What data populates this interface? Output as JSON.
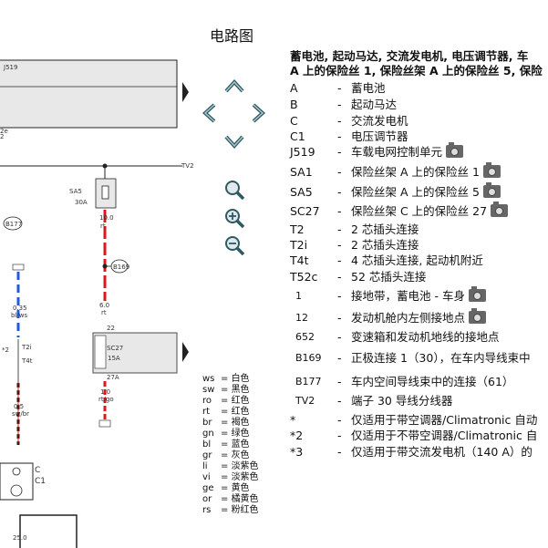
{
  "title": "电路图",
  "legend_heading": [
    "蓄电池, 起动马达, 交流发电机, 电压调节器, 车",
    "A 上的保险丝 1, 保险丝架 A 上的保险丝 5, 保险"
  ],
  "legend": [
    {
      "code": "A",
      "desc": "蓄电池",
      "cam": false
    },
    {
      "code": "B",
      "desc": "起动马达",
      "cam": false
    },
    {
      "code": "C",
      "desc": "交流发电机",
      "cam": false
    },
    {
      "code": "C1",
      "desc": "电压调节器",
      "cam": false
    },
    {
      "code": "J519",
      "desc": "车载电网控制单元",
      "cam": true
    },
    {
      "code": "SA1",
      "desc": "保险丝架 A 上的保险丝 1",
      "cam": true
    },
    {
      "code": "SA5",
      "desc": "保险丝架 A 上的保险丝 5",
      "cam": true
    },
    {
      "code": "SC27",
      "desc": "保险丝架 C 上的保险丝 27",
      "cam": true
    },
    {
      "code": "T2",
      "desc": "2 芯插头连接",
      "cam": false
    },
    {
      "code": "T2i",
      "desc": "2 芯插头连接",
      "cam": false
    },
    {
      "code": "T4t",
      "desc": "4 芯插头连接, 起动机附近",
      "cam": false
    },
    {
      "code": "T52c",
      "desc": "52 芯插头连接",
      "cam": false
    },
    {
      "code": "1",
      "desc": "接地带，蓄电池 - 车身",
      "cam": true
    },
    {
      "code": "12",
      "desc": "发动机舱内左侧接地点",
      "cam": true
    },
    {
      "code": "652",
      "desc": "变速箱和发动机地线的接地点",
      "cam": false
    },
    {
      "code": "B169",
      "desc": "正极连接 1（30），在车内导线束中",
      "cam": false
    },
    {
      "code": "B177",
      "desc": "车内空间导线束中的连接（61）",
      "cam": false
    },
    {
      "code": "TV2",
      "desc": "端子 30 导线分线器",
      "cam": false
    },
    {
      "code": "*",
      "desc": "仅适用于带空调器/Climatronic 自动",
      "cam": false
    },
    {
      "code": "*2",
      "desc": "仅适用于不带空调器/Climatronic 自",
      "cam": false
    },
    {
      "code": "*3",
      "desc": "仅适用于带交流发电机（140 A）的",
      "cam": false
    }
  ],
  "colors": [
    {
      "k": "ws",
      "v": "白色"
    },
    {
      "k": "sw",
      "v": "黑色"
    },
    {
      "k": "ro",
      "v": "红色"
    },
    {
      "k": "rt",
      "v": "红色"
    },
    {
      "k": "br",
      "v": "褐色"
    },
    {
      "k": "gn",
      "v": "绿色"
    },
    {
      "k": "bl",
      "v": "蓝色"
    },
    {
      "k": "gr",
      "v": "灰色"
    },
    {
      "k": "li",
      "v": "淡紫色"
    },
    {
      "k": "vi",
      "v": "淡紫色"
    },
    {
      "k": "ge",
      "v": "黄色"
    },
    {
      "k": "or",
      "v": "橘黄色"
    },
    {
      "k": "rs",
      "v": "粉红色"
    }
  ],
  "diagram_labels": {
    "j519": "J519",
    "tv2": "TV2",
    "sa5": "SA5",
    "sa5_amp": "30A",
    "w1_size": "10.0",
    "w1_col": "rt",
    "b169": "B169",
    "b177": "B177",
    "w2_size": "6.0",
    "w2_col": "rt",
    "w3_size": "0.35",
    "w3_col": "bl/ws",
    "sc27": "SC27",
    "sc27_amp": "15A",
    "n22": "22",
    "n27a": "27A",
    "w4_size": "1.0",
    "w4_col": "rt/go",
    "w5_size": "0.5",
    "w5_col": "sw/br",
    "c": "C",
    "c1": "C1",
    "t2i": "T2i",
    "t4t": "T4t",
    "n25": "25.0"
  },
  "nav_icons": [
    "arrow-up-icon",
    "arrow-left-icon",
    "arrow-right-icon",
    "arrow-down-icon",
    "zoom-fit-icon",
    "zoom-in-icon",
    "zoom-out-icon"
  ]
}
